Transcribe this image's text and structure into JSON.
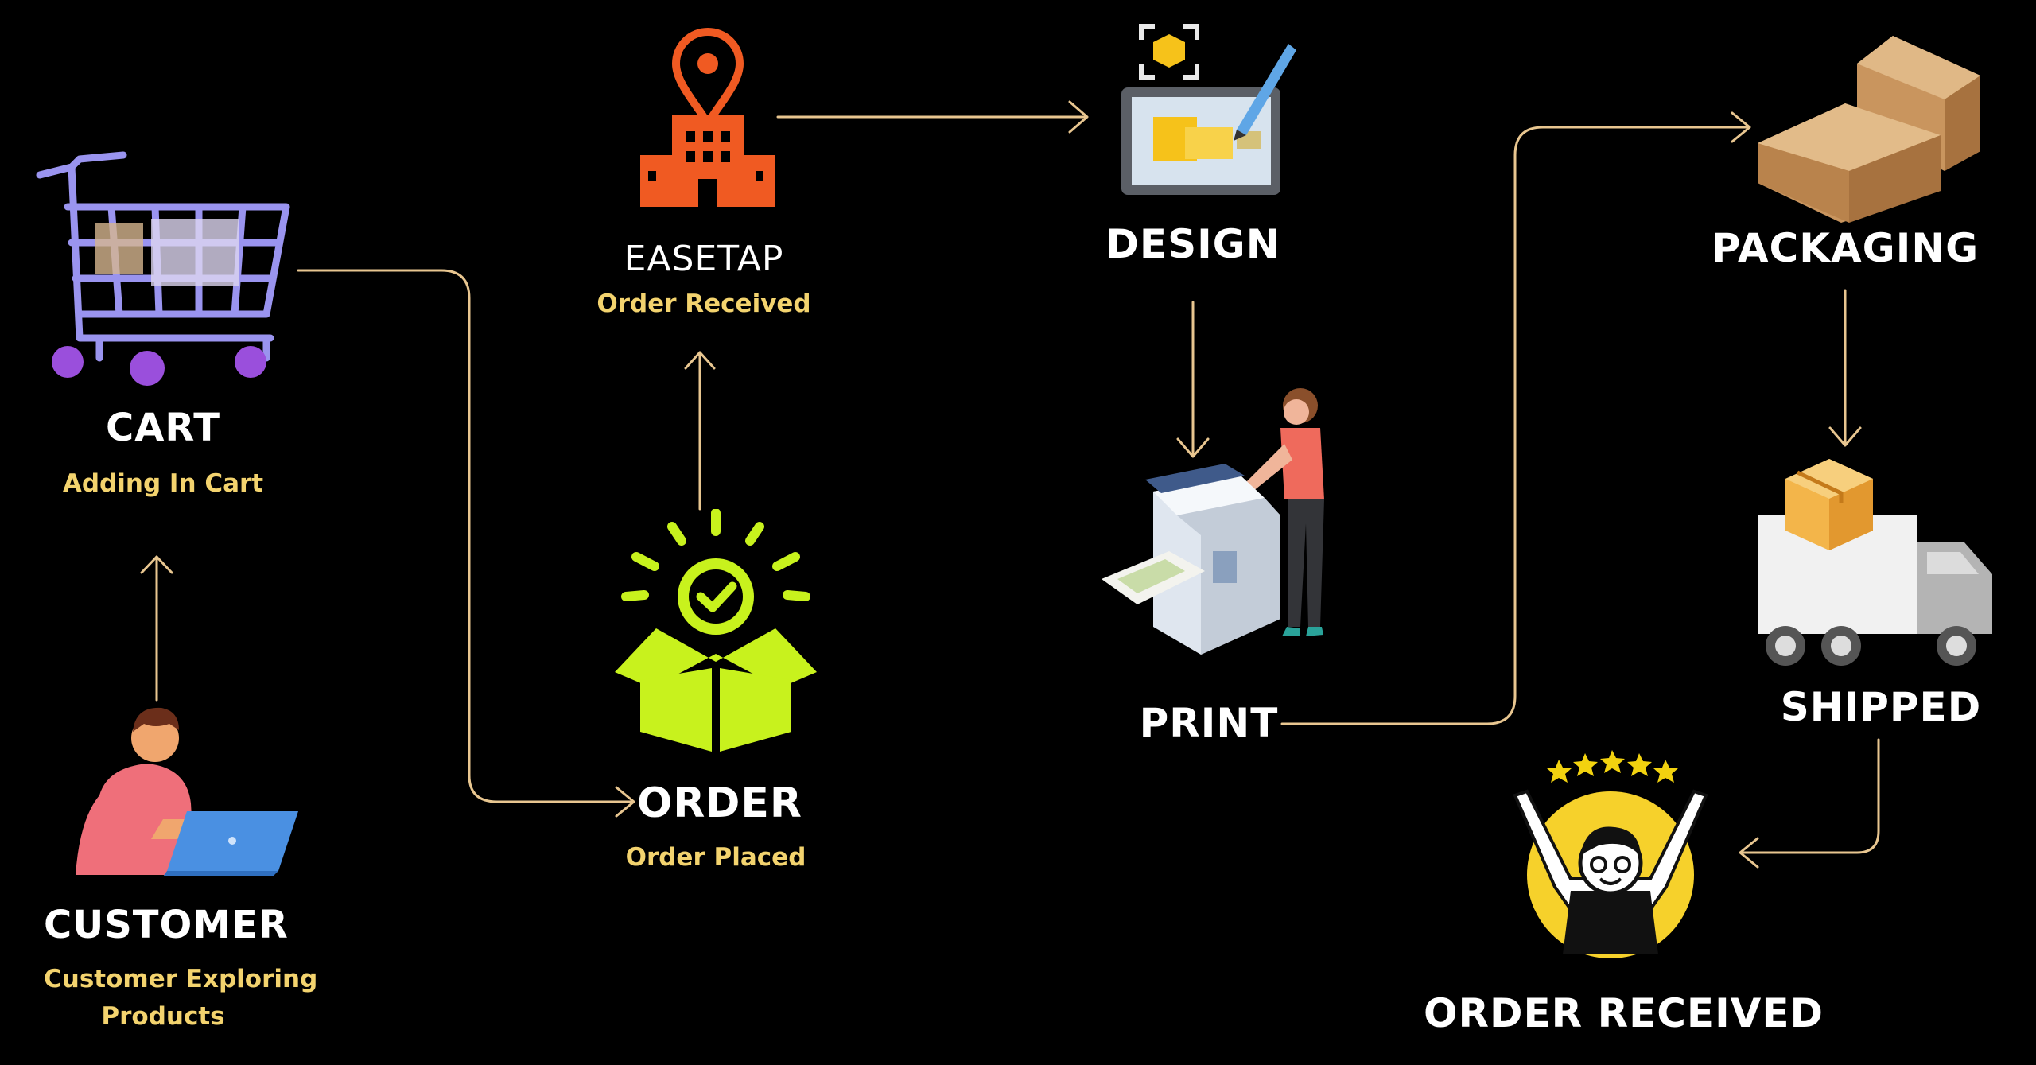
{
  "colors": {
    "background": "#000000",
    "title_text": "#ffffff",
    "subtitle_text": "#f3d36e",
    "connector": "#e8c690",
    "accent_lime": "#c8f21d",
    "accent_orange": "#f05a22",
    "accent_yellow": "#f2d20f"
  },
  "nodes": {
    "customer": {
      "title": "CUSTOMER",
      "subtitle_line1": "Customer Exploring",
      "subtitle_line2": "Products",
      "icon": "person-laptop-icon"
    },
    "cart": {
      "title": "CART",
      "subtitle": "Adding In Cart",
      "icon": "shopping-cart-icon"
    },
    "order": {
      "title": "ORDER",
      "subtitle": "Order Placed",
      "icon": "open-box-check-icon"
    },
    "easetap": {
      "title": "EASETAP",
      "subtitle": "Order Received",
      "icon": "building-location-pin-icon"
    },
    "design": {
      "title": "DESIGN",
      "icon": "design-tablet-icon"
    },
    "print": {
      "title": "PRINT",
      "icon": "printer-operator-icon"
    },
    "packaging": {
      "title": "PACKAGING",
      "icon": "cardboard-boxes-icon"
    },
    "shipped": {
      "title": "SHIPPED",
      "icon": "delivery-truck-icon"
    },
    "order_received": {
      "title": "ORDER RECEIVED",
      "icon": "happy-customer-icon"
    }
  }
}
